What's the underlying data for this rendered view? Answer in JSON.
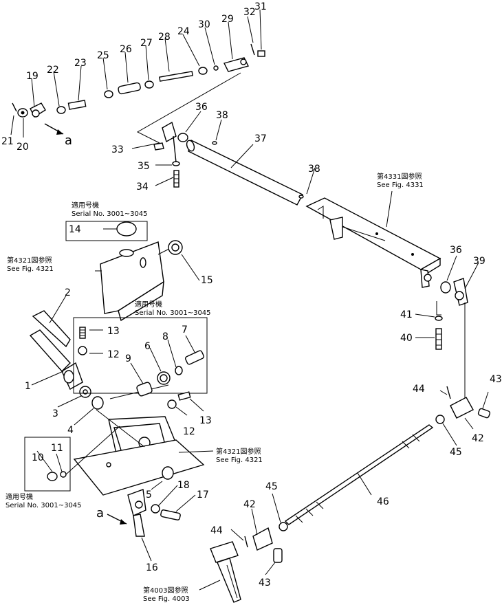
{
  "callouts": [
    {
      "id": "c1",
      "label": "1"
    },
    {
      "id": "c2",
      "label": "2"
    },
    {
      "id": "c3",
      "label": "3"
    },
    {
      "id": "c4",
      "label": "4"
    },
    {
      "id": "c5",
      "label": "5"
    },
    {
      "id": "c6",
      "label": "6"
    },
    {
      "id": "c7",
      "label": "7"
    },
    {
      "id": "c8",
      "label": "8"
    },
    {
      "id": "c9",
      "label": "9"
    },
    {
      "id": "c10",
      "label": "10"
    },
    {
      "id": "c11",
      "label": "11"
    },
    {
      "id": "c12a",
      "label": "12"
    },
    {
      "id": "c12b",
      "label": "12"
    },
    {
      "id": "c13a",
      "label": "13"
    },
    {
      "id": "c13b",
      "label": "13"
    },
    {
      "id": "c14",
      "label": "14"
    },
    {
      "id": "c15",
      "label": "15"
    },
    {
      "id": "c16",
      "label": "16"
    },
    {
      "id": "c17",
      "label": "17"
    },
    {
      "id": "c18",
      "label": "18"
    },
    {
      "id": "c19",
      "label": "19"
    },
    {
      "id": "c20",
      "label": "20"
    },
    {
      "id": "c21",
      "label": "21"
    },
    {
      "id": "c22",
      "label": "22"
    },
    {
      "id": "c23",
      "label": "23"
    },
    {
      "id": "c24",
      "label": "24"
    },
    {
      "id": "c25",
      "label": "25"
    },
    {
      "id": "c26",
      "label": "26"
    },
    {
      "id": "c27",
      "label": "27"
    },
    {
      "id": "c28",
      "label": "28"
    },
    {
      "id": "c29",
      "label": "29"
    },
    {
      "id": "c30",
      "label": "30"
    },
    {
      "id": "c31",
      "label": "31"
    },
    {
      "id": "c32",
      "label": "32"
    },
    {
      "id": "c33",
      "label": "33"
    },
    {
      "id": "c34",
      "label": "34"
    },
    {
      "id": "c35",
      "label": "35"
    },
    {
      "id": "c36a",
      "label": "36"
    },
    {
      "id": "c36b",
      "label": "36"
    },
    {
      "id": "c37",
      "label": "37"
    },
    {
      "id": "c38a",
      "label": "38"
    },
    {
      "id": "c38b",
      "label": "38"
    },
    {
      "id": "c39",
      "label": "39"
    },
    {
      "id": "c40",
      "label": "40"
    },
    {
      "id": "c41",
      "label": "41"
    },
    {
      "id": "c42a",
      "label": "42"
    },
    {
      "id": "c42b",
      "label": "42"
    },
    {
      "id": "c43a",
      "label": "43"
    },
    {
      "id": "c43b",
      "label": "43"
    },
    {
      "id": "c44a",
      "label": "44"
    },
    {
      "id": "c44b",
      "label": "44"
    },
    {
      "id": "c45a",
      "label": "45"
    },
    {
      "id": "c45b",
      "label": "45"
    },
    {
      "id": "c46",
      "label": "46"
    }
  ],
  "connectors": {
    "a_top": "a",
    "a_bottom": "a"
  },
  "notes": {
    "serial_top_jp": "適用号機",
    "serial_top_en": "Serial  No. 3001~3045",
    "serial_mid_jp": "適用号機",
    "serial_mid_en": "Serial  No. 3001~3045",
    "serial_low_jp": "適用号機",
    "serial_low_en": "Serial  No. 3001~3045",
    "fig4321a_jp": "第4321図参照",
    "fig4321a_en": "See  Fig. 4321",
    "fig4321b_jp": "第4321図参照",
    "fig4321b_en": "See  Fig. 4321",
    "fig4331_jp": "第4331図参照",
    "fig4331_en": "See  Fig. 4331",
    "fig4003_jp": "第4003図参照",
    "fig4003_en": "See  Fig. 4003"
  }
}
